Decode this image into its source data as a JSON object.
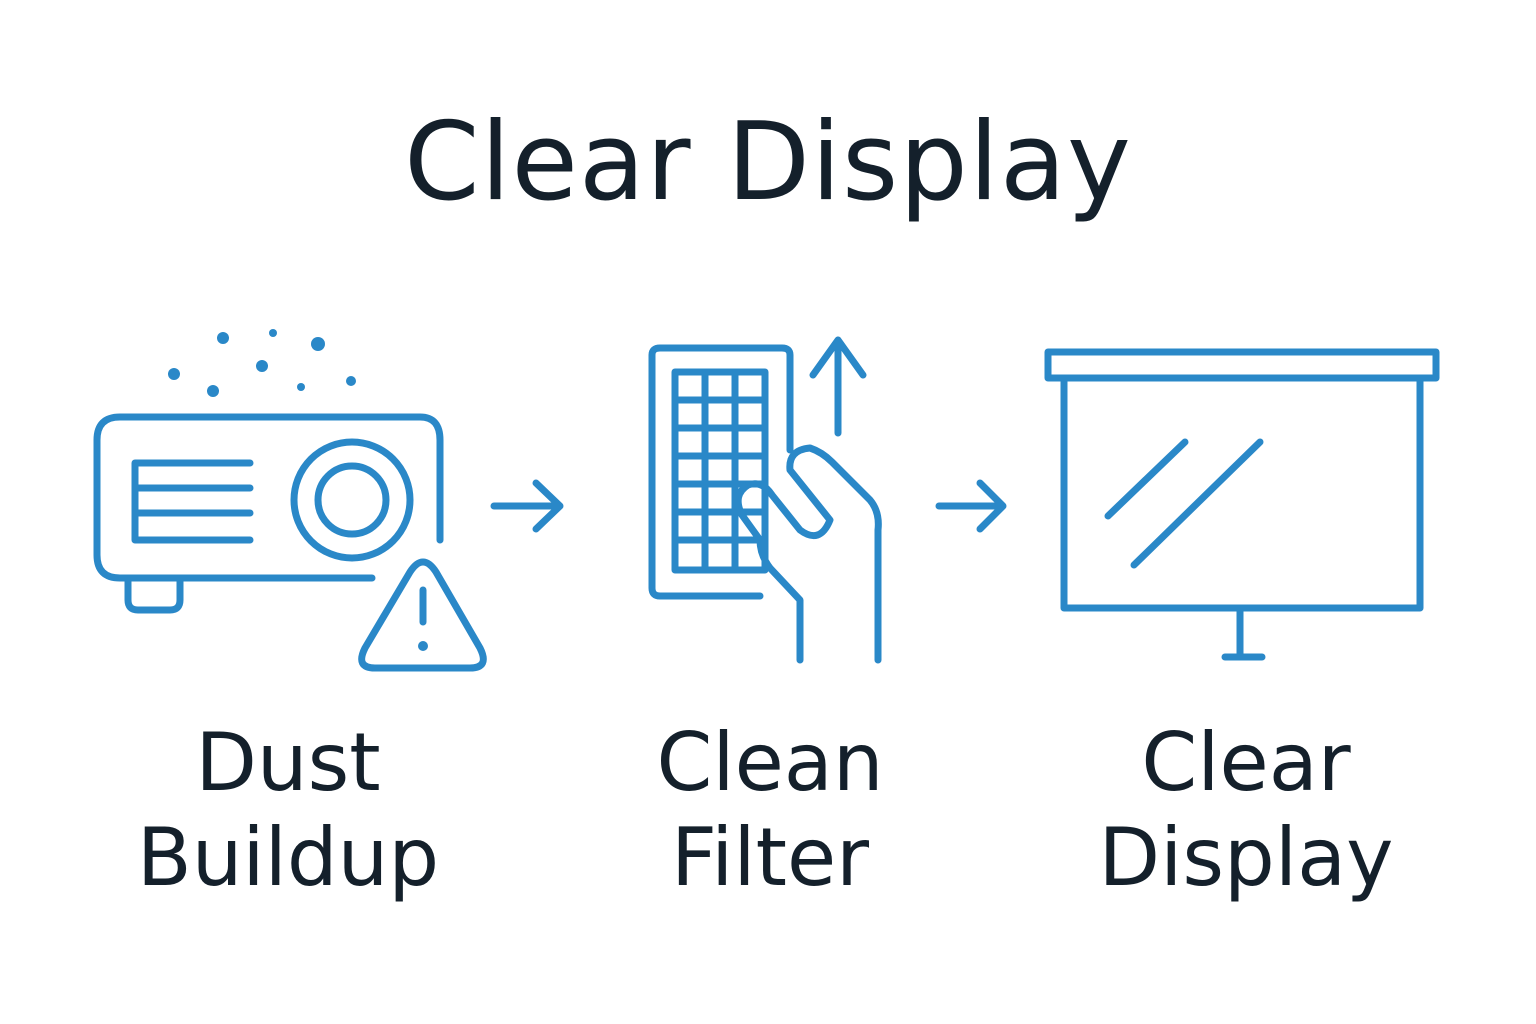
{
  "title": "Clear Display",
  "steps": [
    {
      "line1": "Dust",
      "line2": "Buildup",
      "icon": "projector-dust-warning-icon"
    },
    {
      "line1": "Clean",
      "line2": "Filter",
      "icon": "filter-hand-icon"
    },
    {
      "line1": "Clear",
      "line2": "Display",
      "icon": "projection-screen-icon"
    }
  ],
  "colors": {
    "accent": "#2a88c8",
    "text": "#14202b"
  }
}
